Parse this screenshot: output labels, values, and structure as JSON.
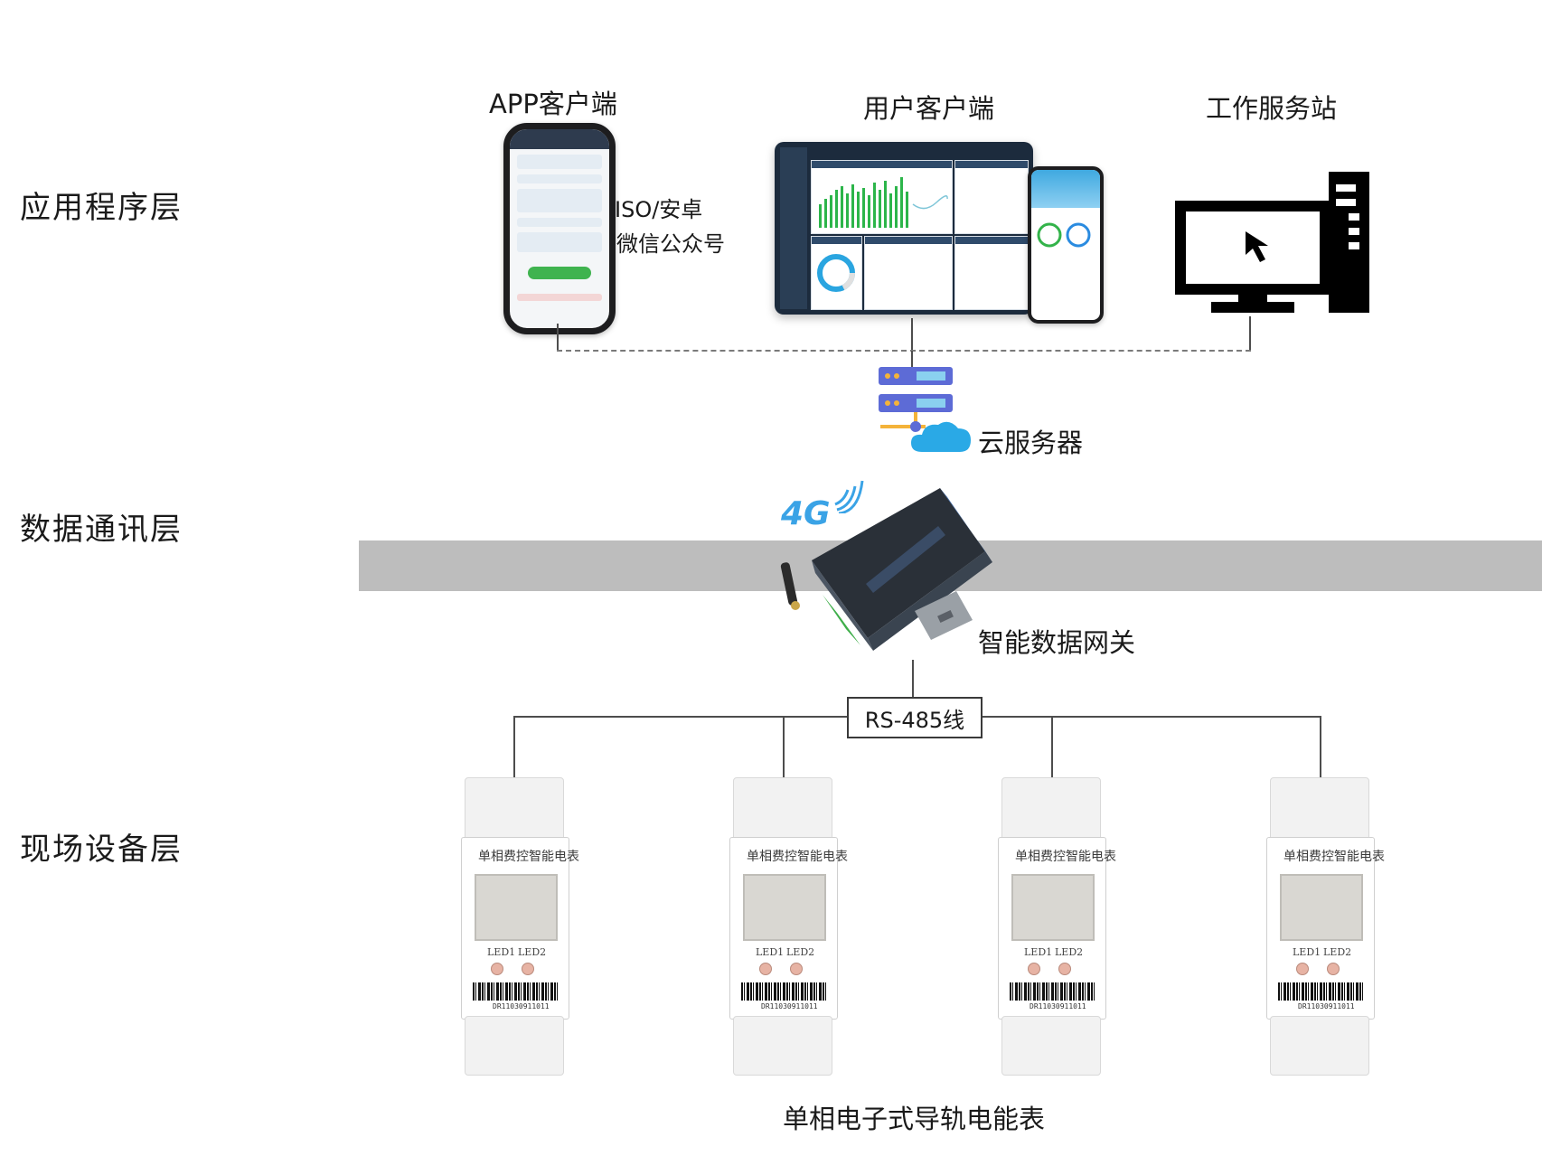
{
  "layers": {
    "application": "应用程序层",
    "communication": "数据通讯层",
    "field": "现场设备层"
  },
  "clients": {
    "app": "APP客户端",
    "app_note_1": "ISO/安卓",
    "app_note_2": "微信公众号",
    "user": "用户客户端",
    "workstation": "工作服务站"
  },
  "cloud_server": "云服务器",
  "gateway": {
    "label": "智能数据网关",
    "signal": "4G"
  },
  "bus": "RS-485线",
  "meter": {
    "title": "单相费控智能电表",
    "led1": "LED1",
    "led2": "LED2",
    "serial": "DR11030911011",
    "count": 4
  },
  "meters_caption": "单相电子式导轨电能表"
}
